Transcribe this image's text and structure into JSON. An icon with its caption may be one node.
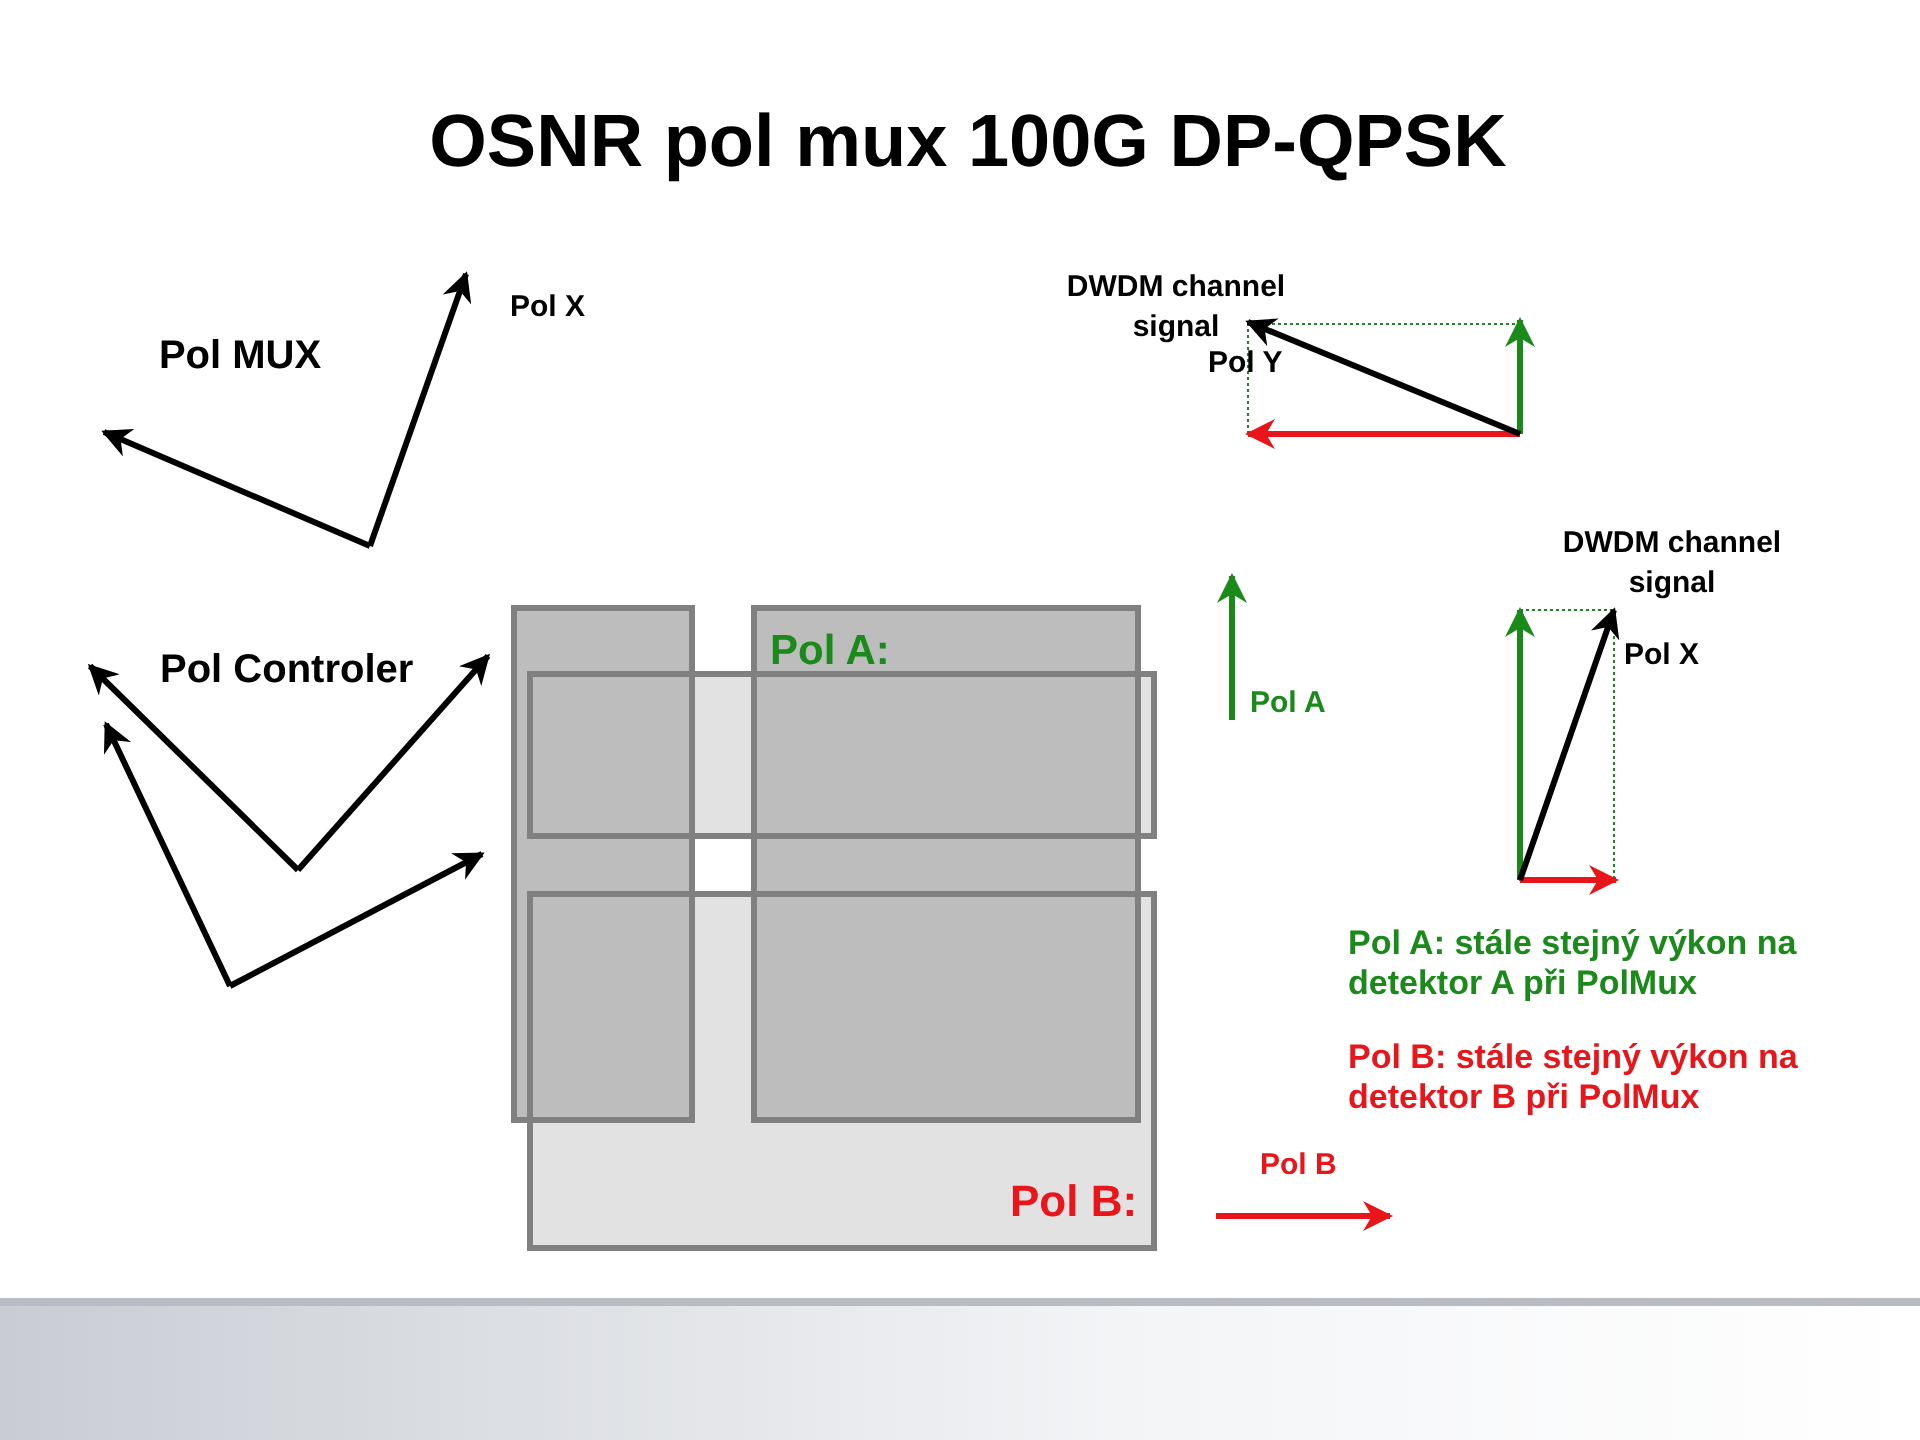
{
  "diagram": {
    "title": "OSNR pol mux 100G DP-QPSK",
    "labels": [
      "Pol MUX",
      "Pol X",
      "DWDM channel signal",
      "Pol Y",
      "Pol Controler",
      "DWDM channel signal",
      "Pol A:",
      "Pol A",
      "Pol X",
      "Pol A: stále stejný výkon na detektor A při PolMux",
      "Pol B: stále stejný výkon na detektor B při PolMux",
      "Pol B",
      "Pol B:"
    ]
  }
}
